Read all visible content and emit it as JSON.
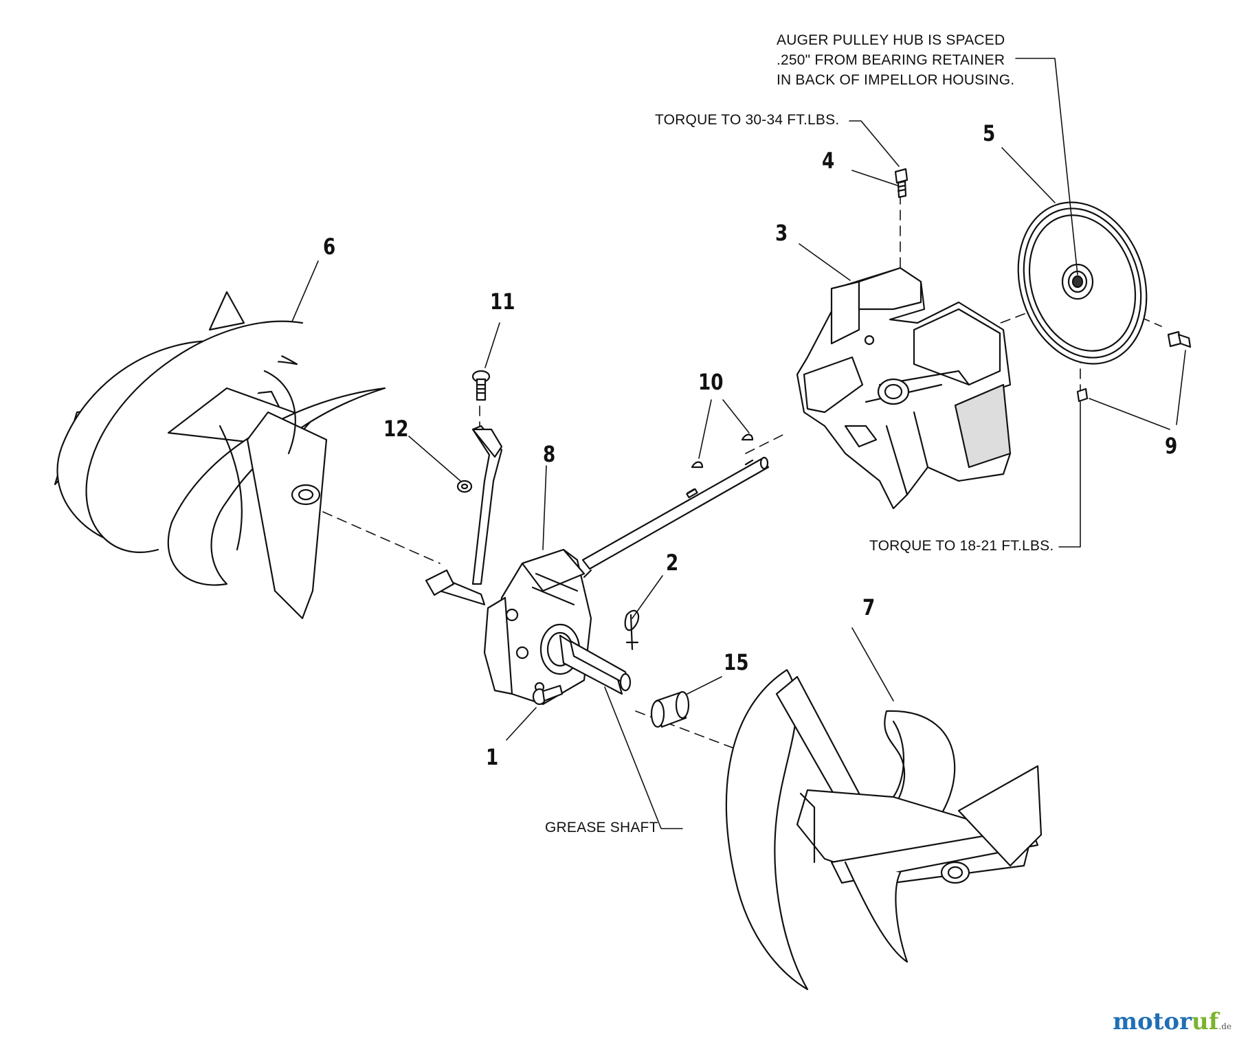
{
  "callouts": {
    "c1": "1",
    "c2": "2",
    "c3": "3",
    "c4": "4",
    "c5": "5",
    "c6": "6",
    "c7": "7",
    "c8": "8",
    "c9": "9",
    "c10": "10",
    "c11": "11",
    "c12": "12",
    "c15": "15"
  },
  "notes": {
    "auger_line1": "AUGER PULLEY HUB IS SPACED",
    "auger_line2": ".250\" FROM BEARING RETAINER",
    "auger_line3": "IN BACK OF IMPELLOR HOUSING.",
    "torque_30_34": "TORQUE TO 30-34 FT.LBS.",
    "torque_18_21": "TORQUE TO 18-21 FT.LBS.",
    "grease_shaft": "GREASE SHAFT"
  },
  "watermark": {
    "brand_main": "motor",
    "brand_accent": "uf",
    "tld": ".de"
  },
  "colors": {
    "line": "#111111",
    "fill": "#ffffff",
    "shade": "#d9d9d9",
    "dark": "#333333"
  }
}
